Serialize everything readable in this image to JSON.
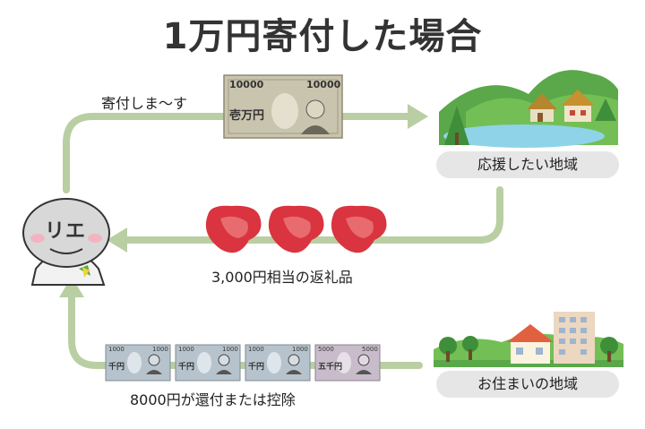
{
  "title": "1万円寄付した場合",
  "labels": {
    "donate": "寄付しま～す",
    "support_region": "応援したい地域",
    "return_gift": "3,000円相当の返礼品",
    "home_region": "お住まいの地域",
    "refund": "8000円が還付または控除"
  },
  "person": {
    "face_text": "リエ"
  },
  "banknotes": {
    "big": {
      "num_left": "10000",
      "num_right": "10000",
      "text": "壱万円"
    },
    "small": [
      {
        "num_left": "1000",
        "num_right": "1000",
        "text": "千円"
      },
      {
        "num_left": "1000",
        "num_right": "1000",
        "text": "千円"
      },
      {
        "num_left": "1000",
        "num_right": "1000",
        "text": "千円"
      },
      {
        "num_left": "5000",
        "num_right": "5000",
        "text": "五千円"
      }
    ]
  },
  "colors": {
    "arrow": "#b9cfa3",
    "pill": "#e6e6e6",
    "meat": "#d9343f",
    "note_10000": "#c9c4ad",
    "note_1000": "#b7c3cc",
    "note_5000": "#c8bccb"
  }
}
